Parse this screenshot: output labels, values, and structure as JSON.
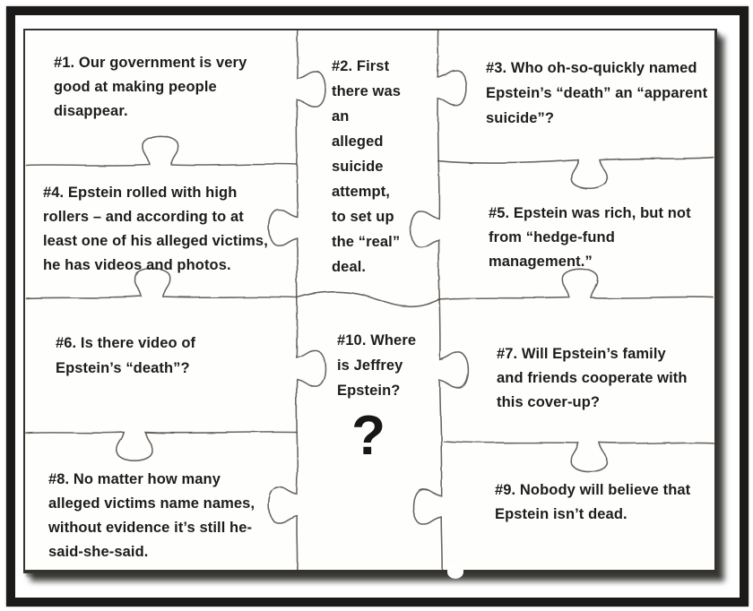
{
  "document": {
    "kind": "scanned jigsaw-puzzle flyer",
    "title": "",
    "colors": {
      "paper": "#ffffff",
      "frame": "#1b1a19",
      "panel_border": "#35332f",
      "puzzle_line": "#55514b",
      "text": "#1e1d1b"
    }
  },
  "pieces": [
    {
      "id": 1,
      "position": "top-left",
      "text": "#1. Our government is very\ngood at making people\ndisappear."
    },
    {
      "id": 2,
      "position": "top-middle",
      "text": "#2. First\nthere was\nan\nalleged\nsuicide\nattempt,\nto set up\nthe “real”\ndeal."
    },
    {
      "id": 3,
      "position": "top-right",
      "text": "#3. Who oh-so-quickly named\nEpstein’s “death” an “apparent\nsuicide”?"
    },
    {
      "id": 4,
      "position": "mid-left",
      "text": "#4. Epstein rolled with high\nrollers – and according to at\nleast one of his alleged victims,\nhe has videos and photos."
    },
    {
      "id": 5,
      "position": "mid-right",
      "text": "#5. Epstein was rich, but not\nfrom “hedge-fund\nmanagement.”"
    },
    {
      "id": 6,
      "position": "lower-left",
      "text": "#6. Is there video of\nEpstein’s “death”?"
    },
    {
      "id": 7,
      "position": "lower-right",
      "text": "#7. Will Epstein’s family\nand friends cooperate with\nthis cover-up?"
    },
    {
      "id": 8,
      "position": "bottom-left",
      "text": "#8. No matter how many\nalleged victims name names,\nwithout evidence it’s still he-\nsaid-she-said."
    },
    {
      "id": 9,
      "position": "bottom-right",
      "text": "#9. Nobody will believe that\nEpstein isn’t dead."
    },
    {
      "id": 10,
      "position": "center",
      "text": "#10. Where\nis Jeffrey\nEpstein?",
      "symbol": "?"
    }
  ]
}
